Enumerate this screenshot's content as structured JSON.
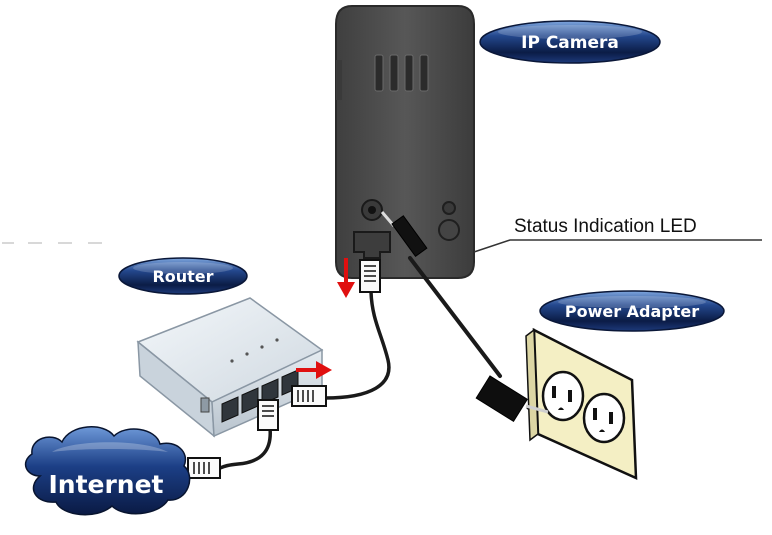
{
  "labels": {
    "ip_camera": "IP Camera",
    "router": "Router",
    "power_adapter": "Power Adapter",
    "internet": "Internet",
    "status_led": "Status Indication LED"
  },
  "colors": {
    "pill_dark": "#0b1c46",
    "pill_light": "#5f8fd0",
    "camera_body": "#4a4a4a",
    "router_body": "#e4eaf0",
    "arrow_red": "#e01010",
    "outlet_face": "#f4efc4",
    "cable": "#1a1a1a"
  }
}
